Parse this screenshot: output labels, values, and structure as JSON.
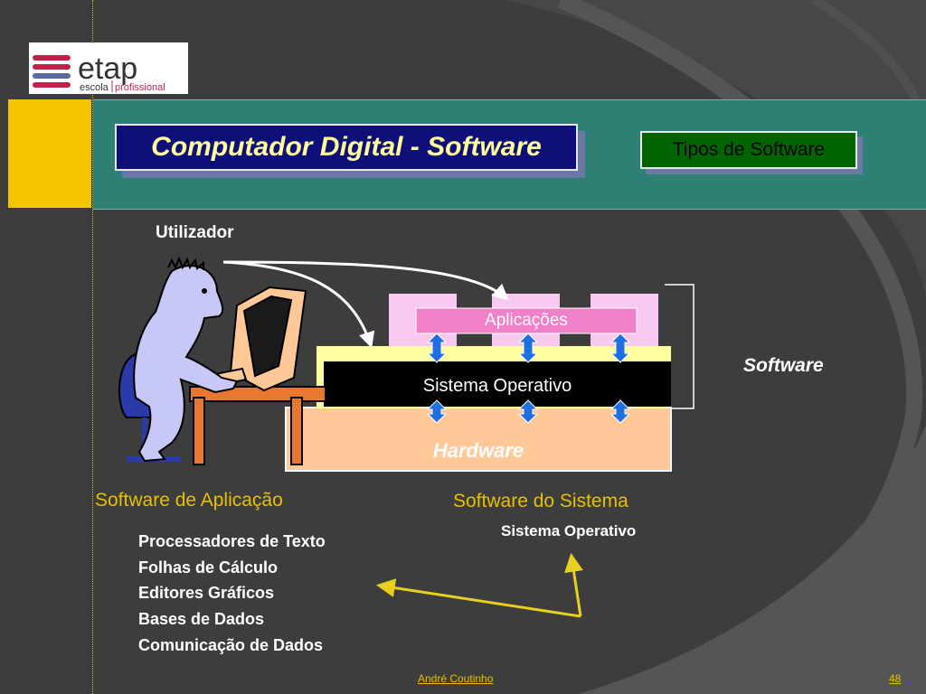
{
  "logo": {
    "name": "etap",
    "tagline_left": "escola",
    "tagline_right": "profissional",
    "colors": {
      "stripes": "#c4214a",
      "text": "#333333"
    }
  },
  "header": {
    "title": "Computador Digital - Software",
    "subtitle_box": "Tipos de Software",
    "colors": {
      "title_bg": "#0f0f7a",
      "title_text": "#ffff99",
      "subtitle_bg": "#006400",
      "band": "#2e8075",
      "accent": "#f4c400"
    }
  },
  "diagram": {
    "user_label": "Utilizador",
    "layers": {
      "applications": "Aplicações",
      "operating_system": "Sistema Operativo",
      "hardware": "Hardware"
    },
    "bracket_label": "Software",
    "icons": [
      "user-at-computer-icon",
      "double-arrow-icon"
    ],
    "colors": {
      "applications": "#f8c8f0",
      "os": "#000000",
      "hardware": "#ffc896",
      "os_frame": "#ffffa0",
      "arrow": "#1e6fe0"
    }
  },
  "lists": {
    "application_software": {
      "heading": "Software de Aplicação",
      "items": [
        "Processadores de Texto",
        "Folhas de Cálculo",
        "Editores Gráficos",
        "Bases de Dados",
        "Comunicação de Dados"
      ]
    },
    "system_software": {
      "heading": "Software do Sistema",
      "items": [
        "Sistema Operativo"
      ]
    }
  },
  "footer": {
    "author": "André Coutinho",
    "page": "48"
  }
}
